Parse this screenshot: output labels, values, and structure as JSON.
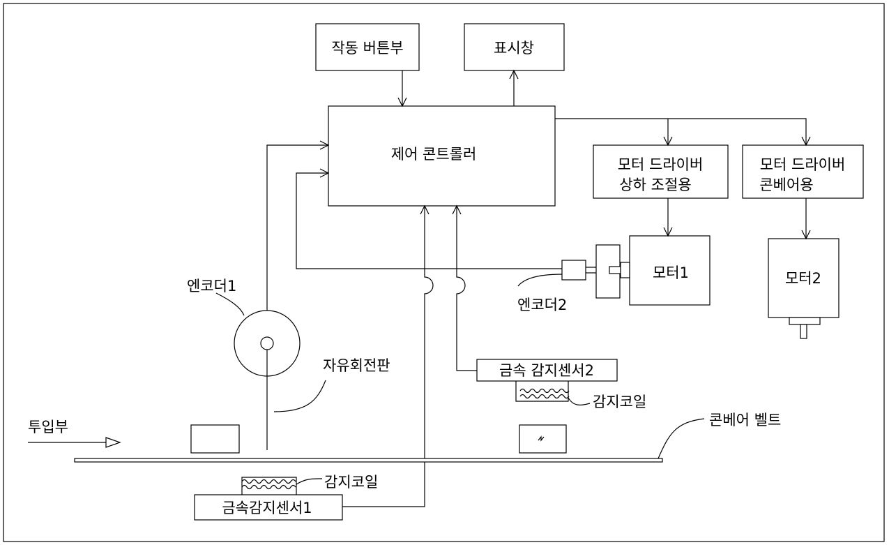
{
  "diagram": {
    "blocks": {
      "operation_buttons": "작동 버튼부",
      "display": "표시창",
      "controller": "제어 콘트롤러",
      "motor_driver_lift_line1": "모터 드라이버",
      "motor_driver_lift_line2": "상하 조절용",
      "motor_driver_conveyor_line1": "모터 드라이버",
      "motor_driver_conveyor_line2": "콘베어용",
      "motor1": "모터1",
      "motor2": "모터2",
      "metal_sensor1": "금속감지센서1",
      "metal_sensor2": "금속 감지센서2"
    },
    "labels": {
      "encoder1": "엔코더1",
      "encoder2": "엔코더2",
      "free_wheel": "자유회전판",
      "input_section": "투입부",
      "conveyor_belt": "콘베어 벨트",
      "sense_coil_1": "감지코일",
      "sense_coil_2": "감지코일"
    }
  }
}
